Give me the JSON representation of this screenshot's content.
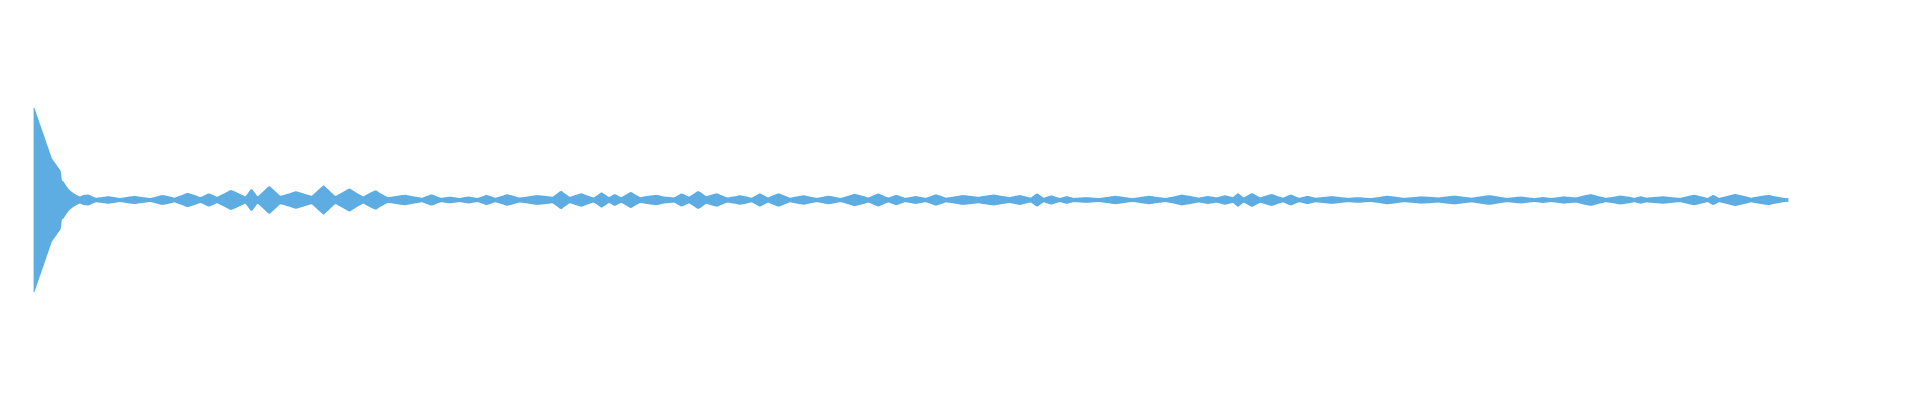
{
  "colors": {
    "waveform": "#5dade2",
    "background": "#ffffff"
  },
  "chart_data": {
    "type": "area",
    "description_kind": "audio waveform (symmetric amplitude envelope)",
    "x": [
      0,
      1,
      2,
      3,
      4,
      6,
      8,
      10,
      12,
      15,
      18,
      20,
      22,
      25,
      28,
      30,
      32,
      34,
      36,
      38,
      40,
      42,
      44,
      46,
      48,
      50,
      52,
      54,
      56,
      58,
      60,
      62,
      64,
      66,
      68,
      70,
      72,
      74,
      76,
      78,
      80,
      82,
      84,
      86,
      88,
      90,
      92,
      94,
      96,
      98,
      100
    ],
    "y": [
      1.0,
      0.45,
      0.18,
      0.05,
      0.04,
      0.03,
      0.05,
      0.08,
      0.11,
      0.14,
      0.12,
      0.07,
      0.05,
      0.03,
      0.06,
      0.1,
      0.06,
      0.08,
      0.04,
      0.12,
      0.04,
      0.06,
      0.04,
      0.04,
      0.06,
      0.04,
      0.05,
      0.09,
      0.07,
      0.04,
      0.03,
      0.03,
      0.03,
      0.05,
      0.07,
      0.06,
      0.04,
      0.05,
      0.03,
      0.04,
      0.06,
      0.05,
      0.04,
      0.03,
      0.06,
      0.04,
      0.05,
      0.04,
      0.04,
      0.05,
      0.03
    ],
    "xlim": [
      0,
      100
    ],
    "ylim": [
      -1,
      1
    ],
    "grid": false,
    "legend": "none",
    "title": "",
    "xlabel": "",
    "ylabel": ""
  }
}
